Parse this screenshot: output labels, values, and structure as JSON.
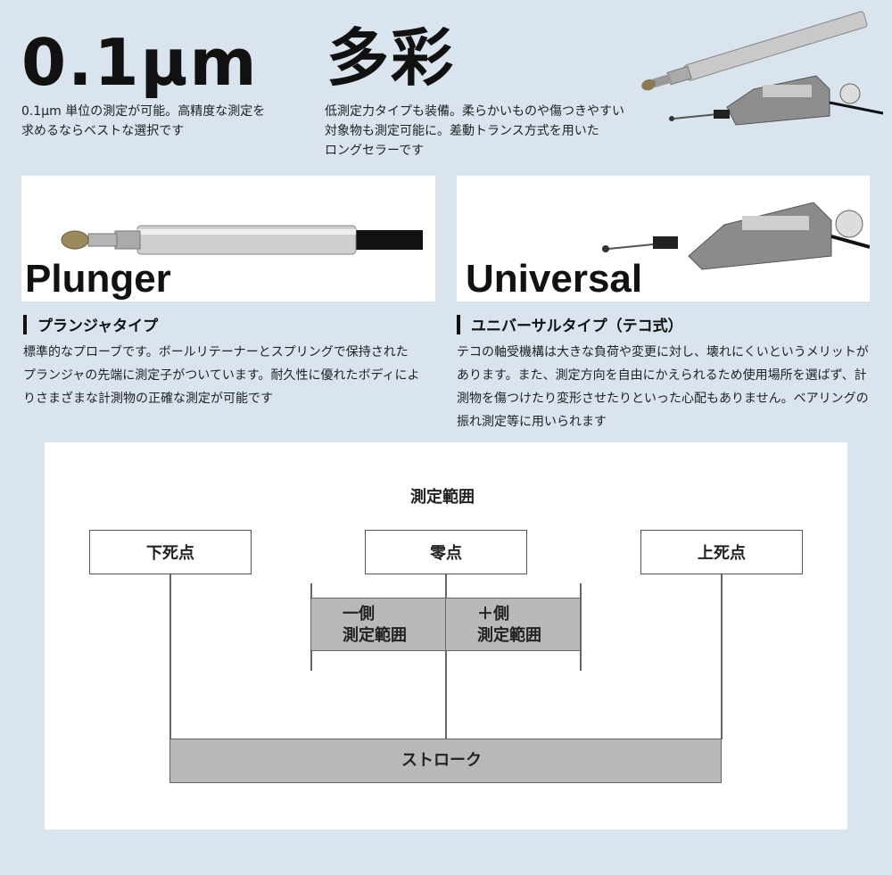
{
  "hero": {
    "left_title": "0.1μm",
    "left_desc_1": "0.1μm 単位の測定が可能。高精度な測定を",
    "left_desc_2": "求めるならベストな選択です",
    "right_title": "多彩",
    "right_desc_1": "低測定力タイプも装備。柔らかいものや傷つきやすい",
    "right_desc_2": "対象物も測定可能に。差動トランス方式を用いた",
    "right_desc_3": "ロングセラーです"
  },
  "cards": {
    "plunger_label": "Plunger",
    "universal_label": "Universal"
  },
  "plunger": {
    "heading": "プランジャタイプ",
    "desc_1": "標準的なプローブです。ボールリテーナーとスプリングで保持された",
    "desc_2": "プランジャの先端に測定子がついています。耐久性に優れたボディによ",
    "desc_3": "りさまざまな計測物の正確な測定が可能です"
  },
  "universal": {
    "heading": "ユニバーサルタイプ（テコ式）",
    "desc_1": "テコの軸受機構は大きな負荷や変更に対し、壊れにくいというメリットが",
    "desc_2": "あります。また、測定方向を自由にかえられるため使用場所を選ばず、計",
    "desc_3": "測物を傷つけたり変形させたりといった心配もありません。ベアリングの",
    "desc_4": "振れ測定等に用いられます"
  },
  "diagram": {
    "title": "測定範囲",
    "bottom_dead": "下死点",
    "zero": "零点",
    "top_dead": "上死点",
    "minus_1": "一側",
    "minus_2": "測定範囲",
    "plus_1": "＋側",
    "plus_2": "測定範囲",
    "stroke": "ストローク"
  }
}
